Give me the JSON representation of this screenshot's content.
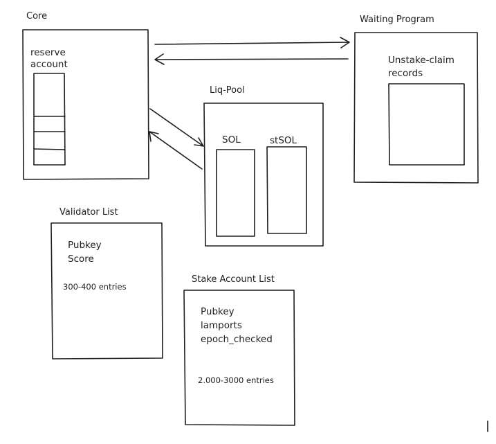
{
  "core": {
    "title": "Core",
    "label_line1": "reserve",
    "label_line2": "account"
  },
  "waiting_program": {
    "title": "Waiting Program",
    "label_line1": "Unstake-claim",
    "label_line2": "records"
  },
  "liq_pool": {
    "title": "Liq-Pool",
    "sol_label": "SOL",
    "stsol_label": "stSOL"
  },
  "validator_list": {
    "title": "Validator List",
    "field1": "Pubkey",
    "field2": "Score",
    "entries": "300-400 entries"
  },
  "stake_account_list": {
    "title": "Stake Account List",
    "field1": "Pubkey",
    "field2": "lamports",
    "field3": "epoch_checked",
    "entries": "2.000-3000 entries"
  }
}
